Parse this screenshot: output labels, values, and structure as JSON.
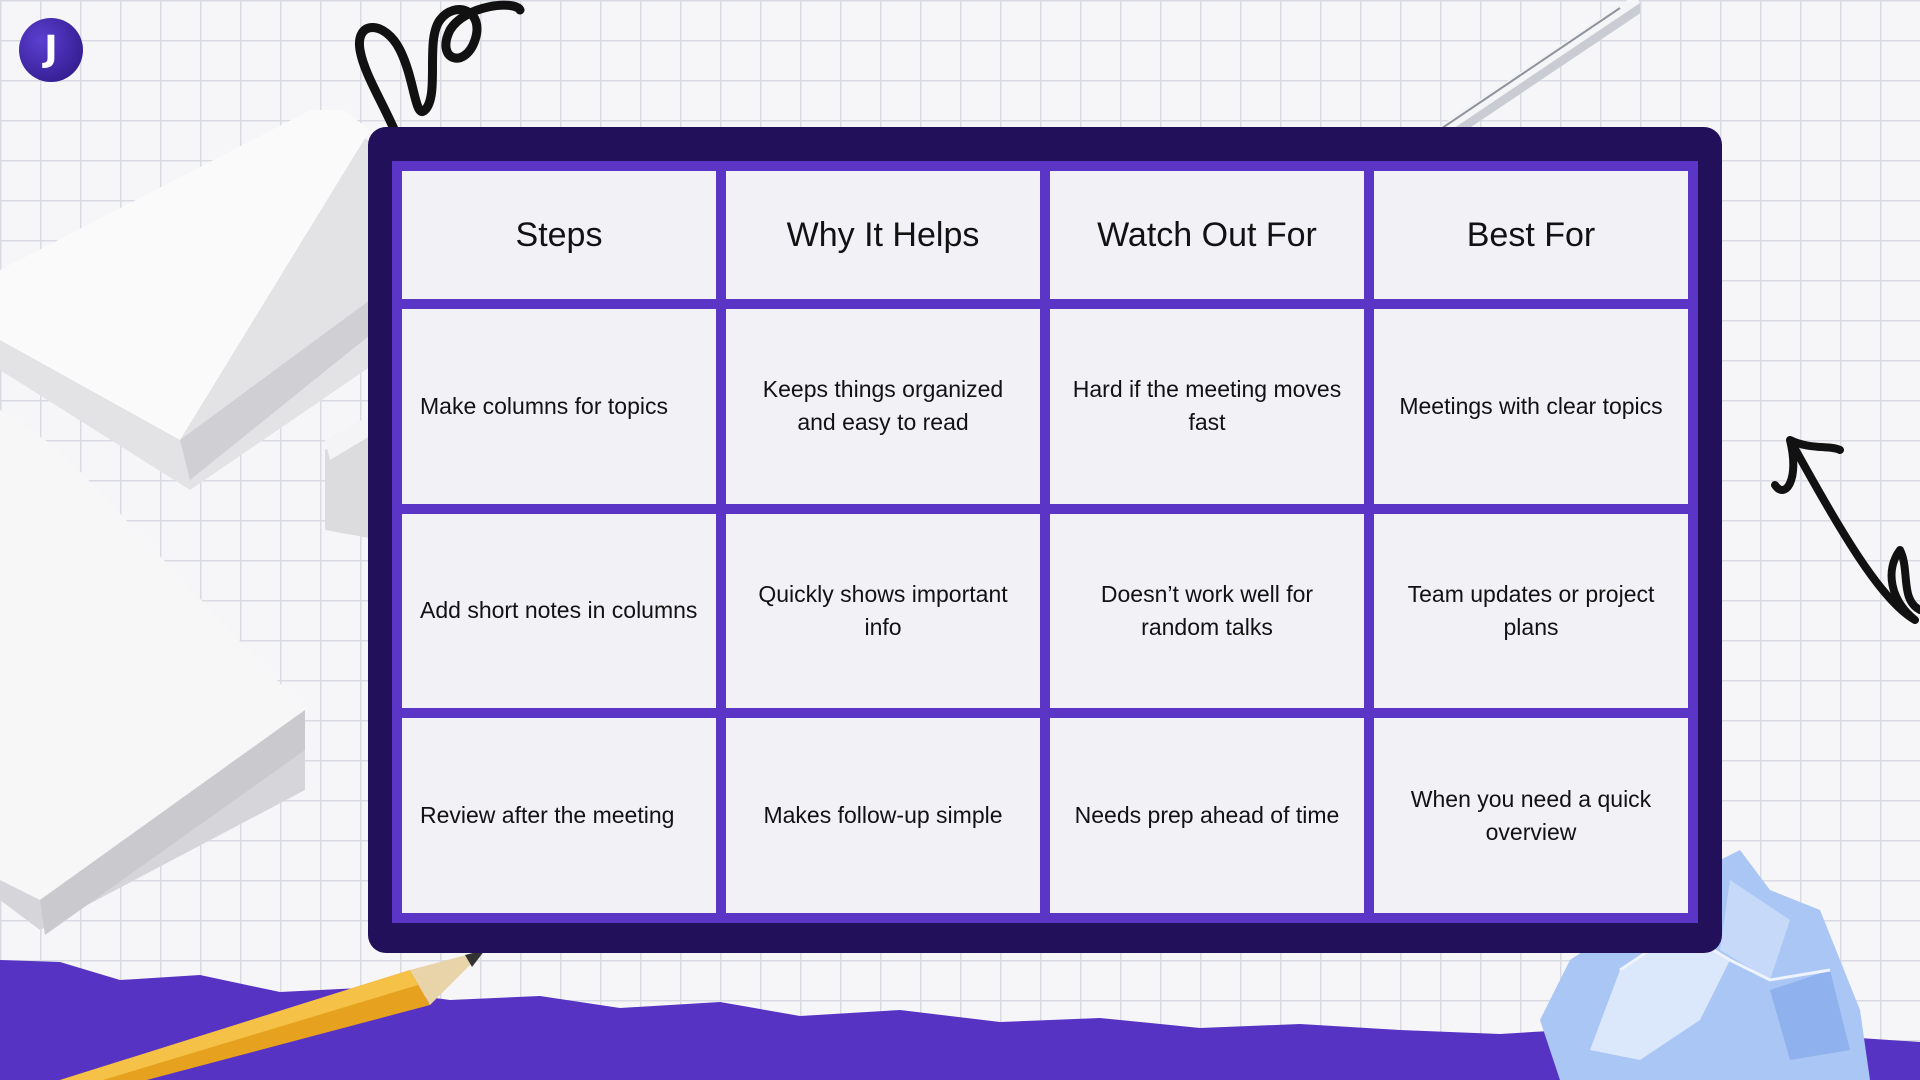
{
  "brand": {
    "logo_letter": "J"
  },
  "colors": {
    "board_dark": "#23105a",
    "grid_purple": "#5a35c6",
    "cell_bg": "#f1f1f6",
    "torn_paper": "#5733c4"
  },
  "table": {
    "headers": [
      "Steps",
      "Why It Helps",
      "Watch Out For",
      "Best For"
    ],
    "rows": [
      [
        "Make columns for topics",
        "Keeps things organized and easy to read",
        "Hard if the meeting moves fast",
        "Meetings with clear topics"
      ],
      [
        "Add short notes in columns",
        "Quickly shows important info",
        "Doesn’t work well for random talks",
        "Team updates or project plans"
      ],
      [
        "Review after the meeting",
        "Makes follow-up simple",
        "Needs prep ahead of time",
        "When you need a quick overview"
      ]
    ]
  }
}
